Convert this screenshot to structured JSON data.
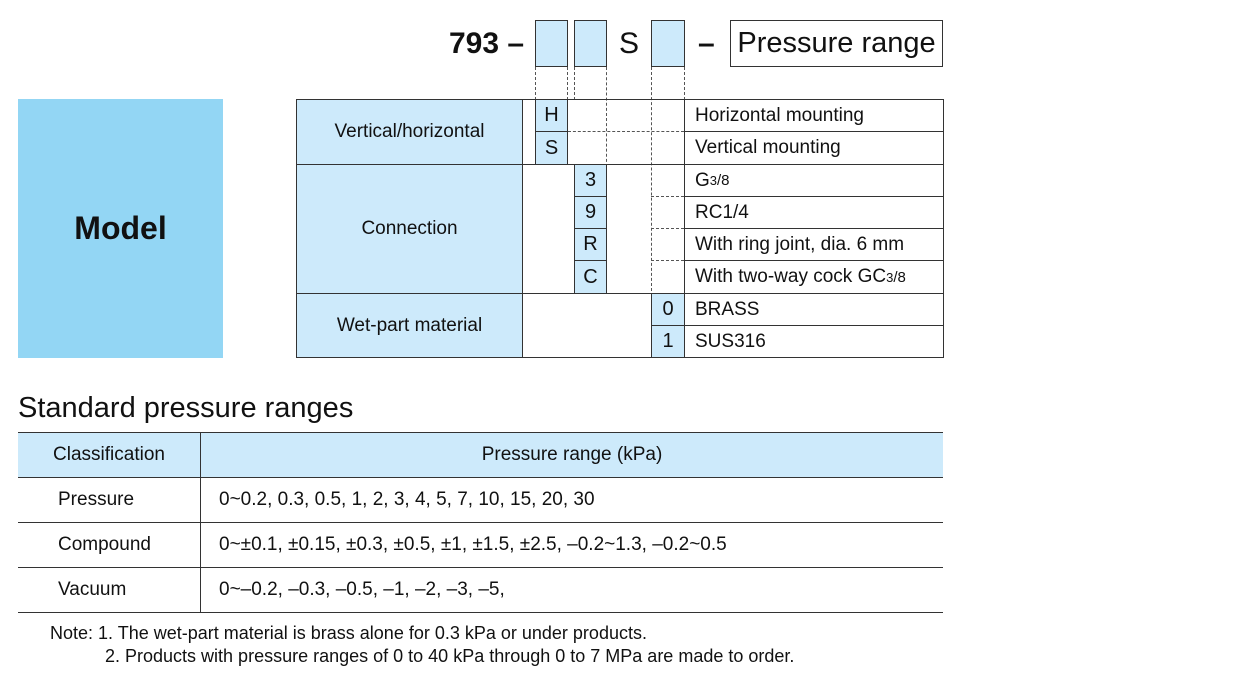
{
  "model_label": "Model",
  "formula": {
    "prefix": "793 –",
    "s_letter": "S",
    "dash": "–",
    "pressure_range_label": "Pressure range"
  },
  "model_table": {
    "vertical_horizontal": {
      "label": "Vertical/horizontal",
      "options": [
        {
          "code": "H",
          "desc": "Horizontal mounting"
        },
        {
          "code": "S",
          "desc": "Vertical mounting"
        }
      ]
    },
    "connection": {
      "label": "Connection",
      "options": [
        {
          "code": "3",
          "desc_main": "G",
          "desc_sup": "3",
          "desc_tail": "/8"
        },
        {
          "code": "9",
          "desc": "RC1/4"
        },
        {
          "code": "R",
          "desc": "With ring joint, dia. 6 mm"
        },
        {
          "code": "C",
          "desc_main": "With two-way cock GC",
          "desc_sup": "3",
          "desc_tail": "/8"
        }
      ]
    },
    "wet_part_material": {
      "label": "Wet-part material",
      "options": [
        {
          "code": "0",
          "desc": "BRASS"
        },
        {
          "code": "1",
          "desc": "SUS316"
        }
      ]
    }
  },
  "pressure_section": {
    "title": "Standard pressure ranges",
    "headers": [
      "Classification",
      "Pressure range (kPa)"
    ],
    "rows": [
      {
        "classification": "Pressure",
        "range": "0~0.2, 0.3, 0.5, 1, 2, 3, 4, 5, 7, 10, 15, 20, 30"
      },
      {
        "classification": "Compound",
        "range": "0~±0.1, ±0.15, ±0.3, ±0.5, ±1, ±1.5, ±2.5, –0.2~1.3, –0.2~0.5"
      },
      {
        "classification": "Vacuum",
        "range": "0~–0.2, –0.3, –0.5, –1, –2, –3, –5,"
      }
    ]
  },
  "notes": {
    "line1": "Note: 1. The wet-part material is brass alone for 0.3 kPa or under products.",
    "line2": "2. Products with pressure ranges of 0 to 40 kPa through 0 to 7 MPa are made to order."
  }
}
